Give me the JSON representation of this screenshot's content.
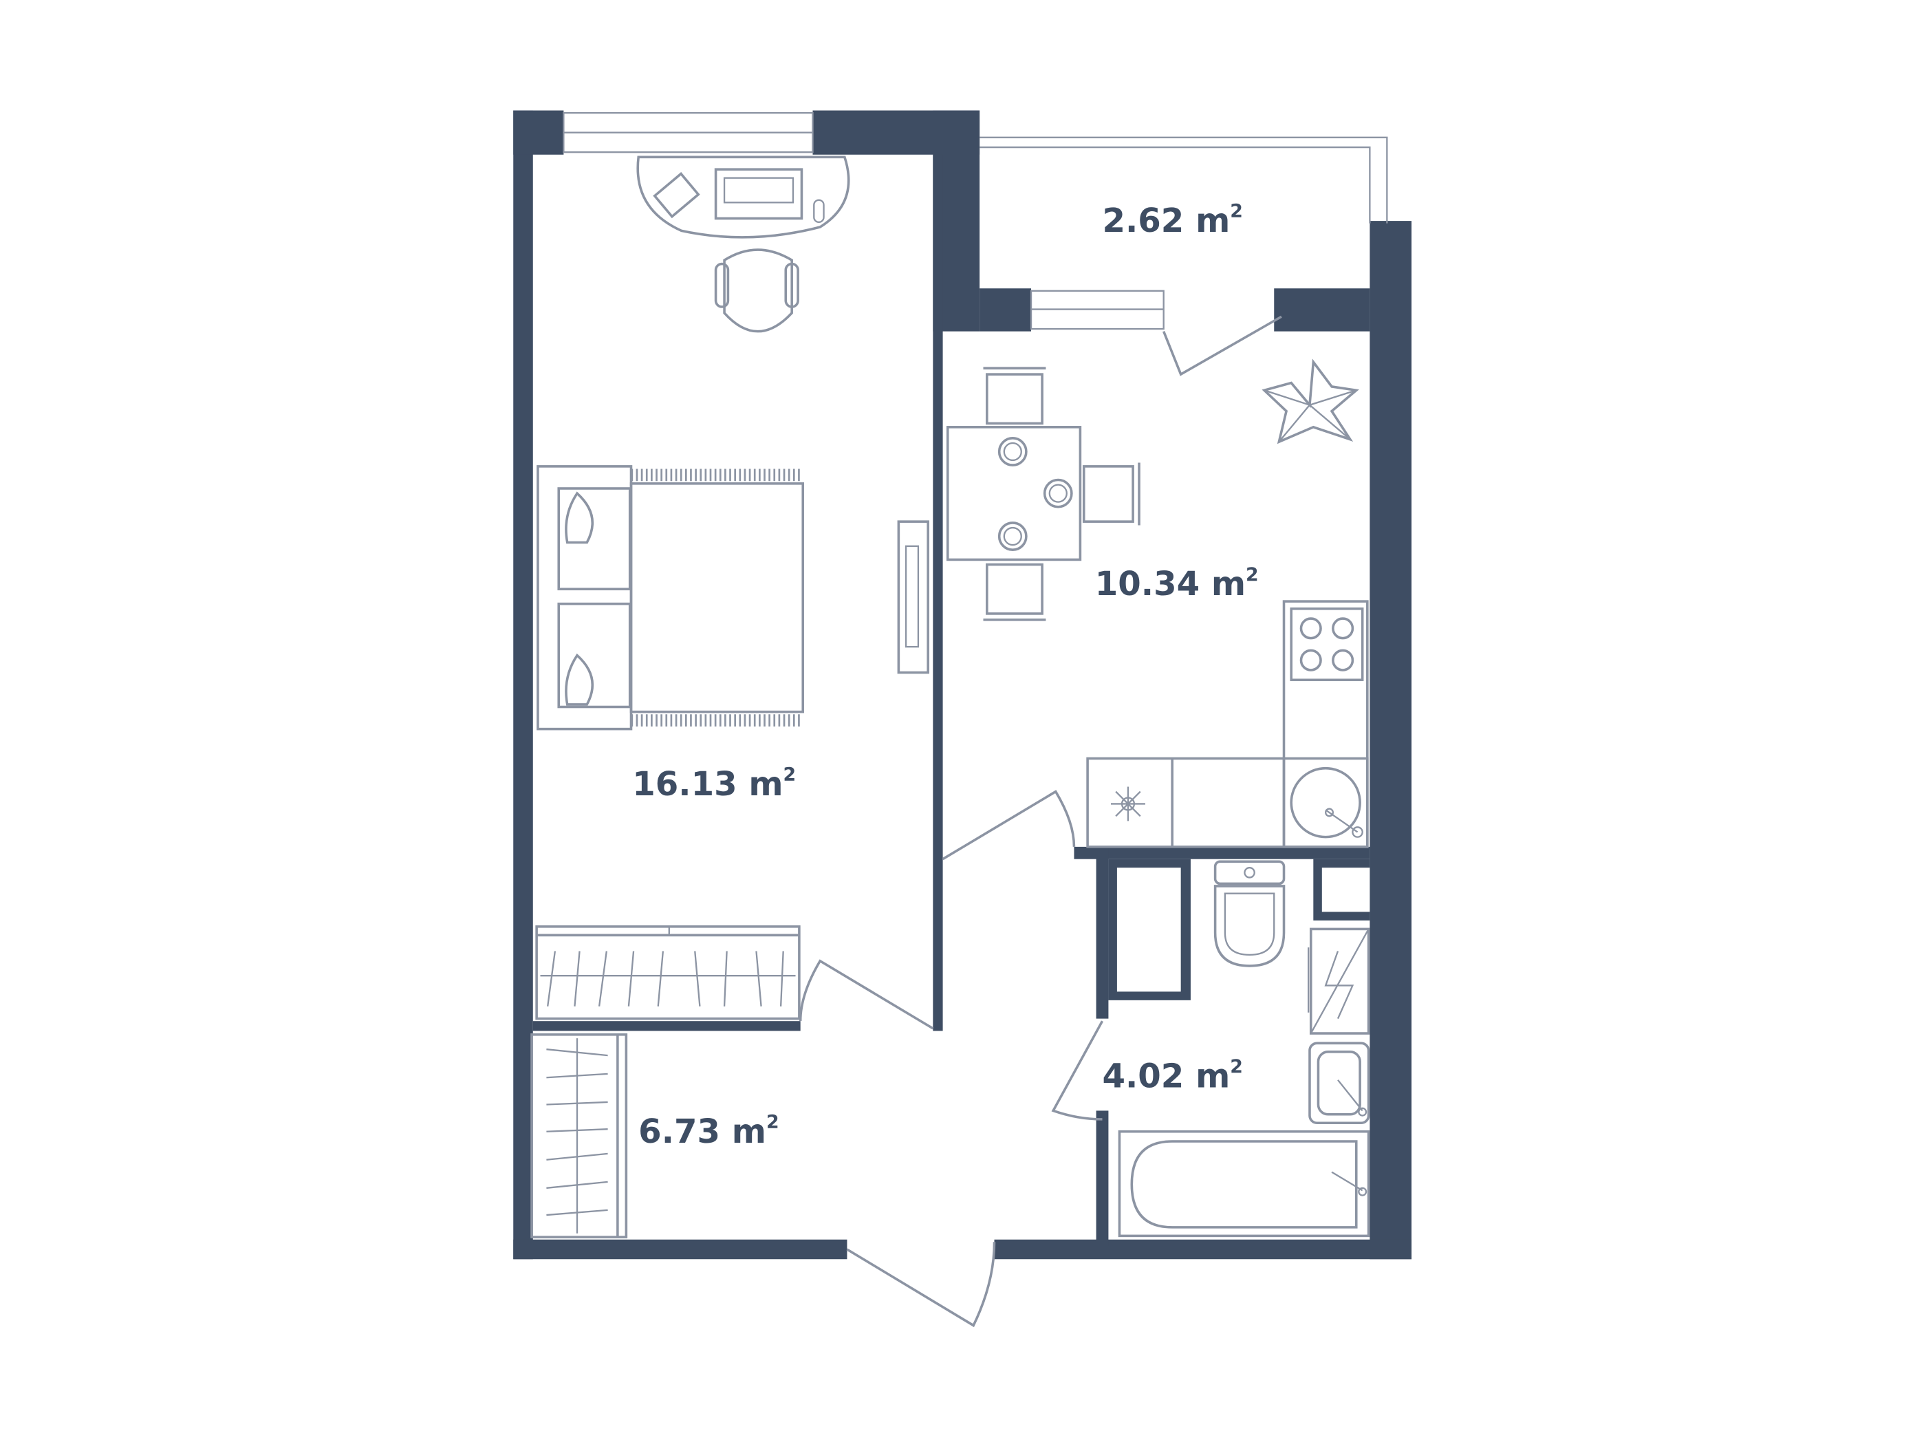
{
  "plan": {
    "colors": {
      "wall": "#3e4d63",
      "fixture": "#8c94a3",
      "background": "#ffffff"
    },
    "unit": "m",
    "unit_power": "2",
    "rooms": [
      {
        "id": "bedroom",
        "area": "16.13"
      },
      {
        "id": "kitchen-living",
        "area": "10.34"
      },
      {
        "id": "balcony",
        "area": "2.62"
      },
      {
        "id": "bathroom",
        "area": "4.02"
      },
      {
        "id": "hallway",
        "area": "6.73"
      }
    ]
  }
}
